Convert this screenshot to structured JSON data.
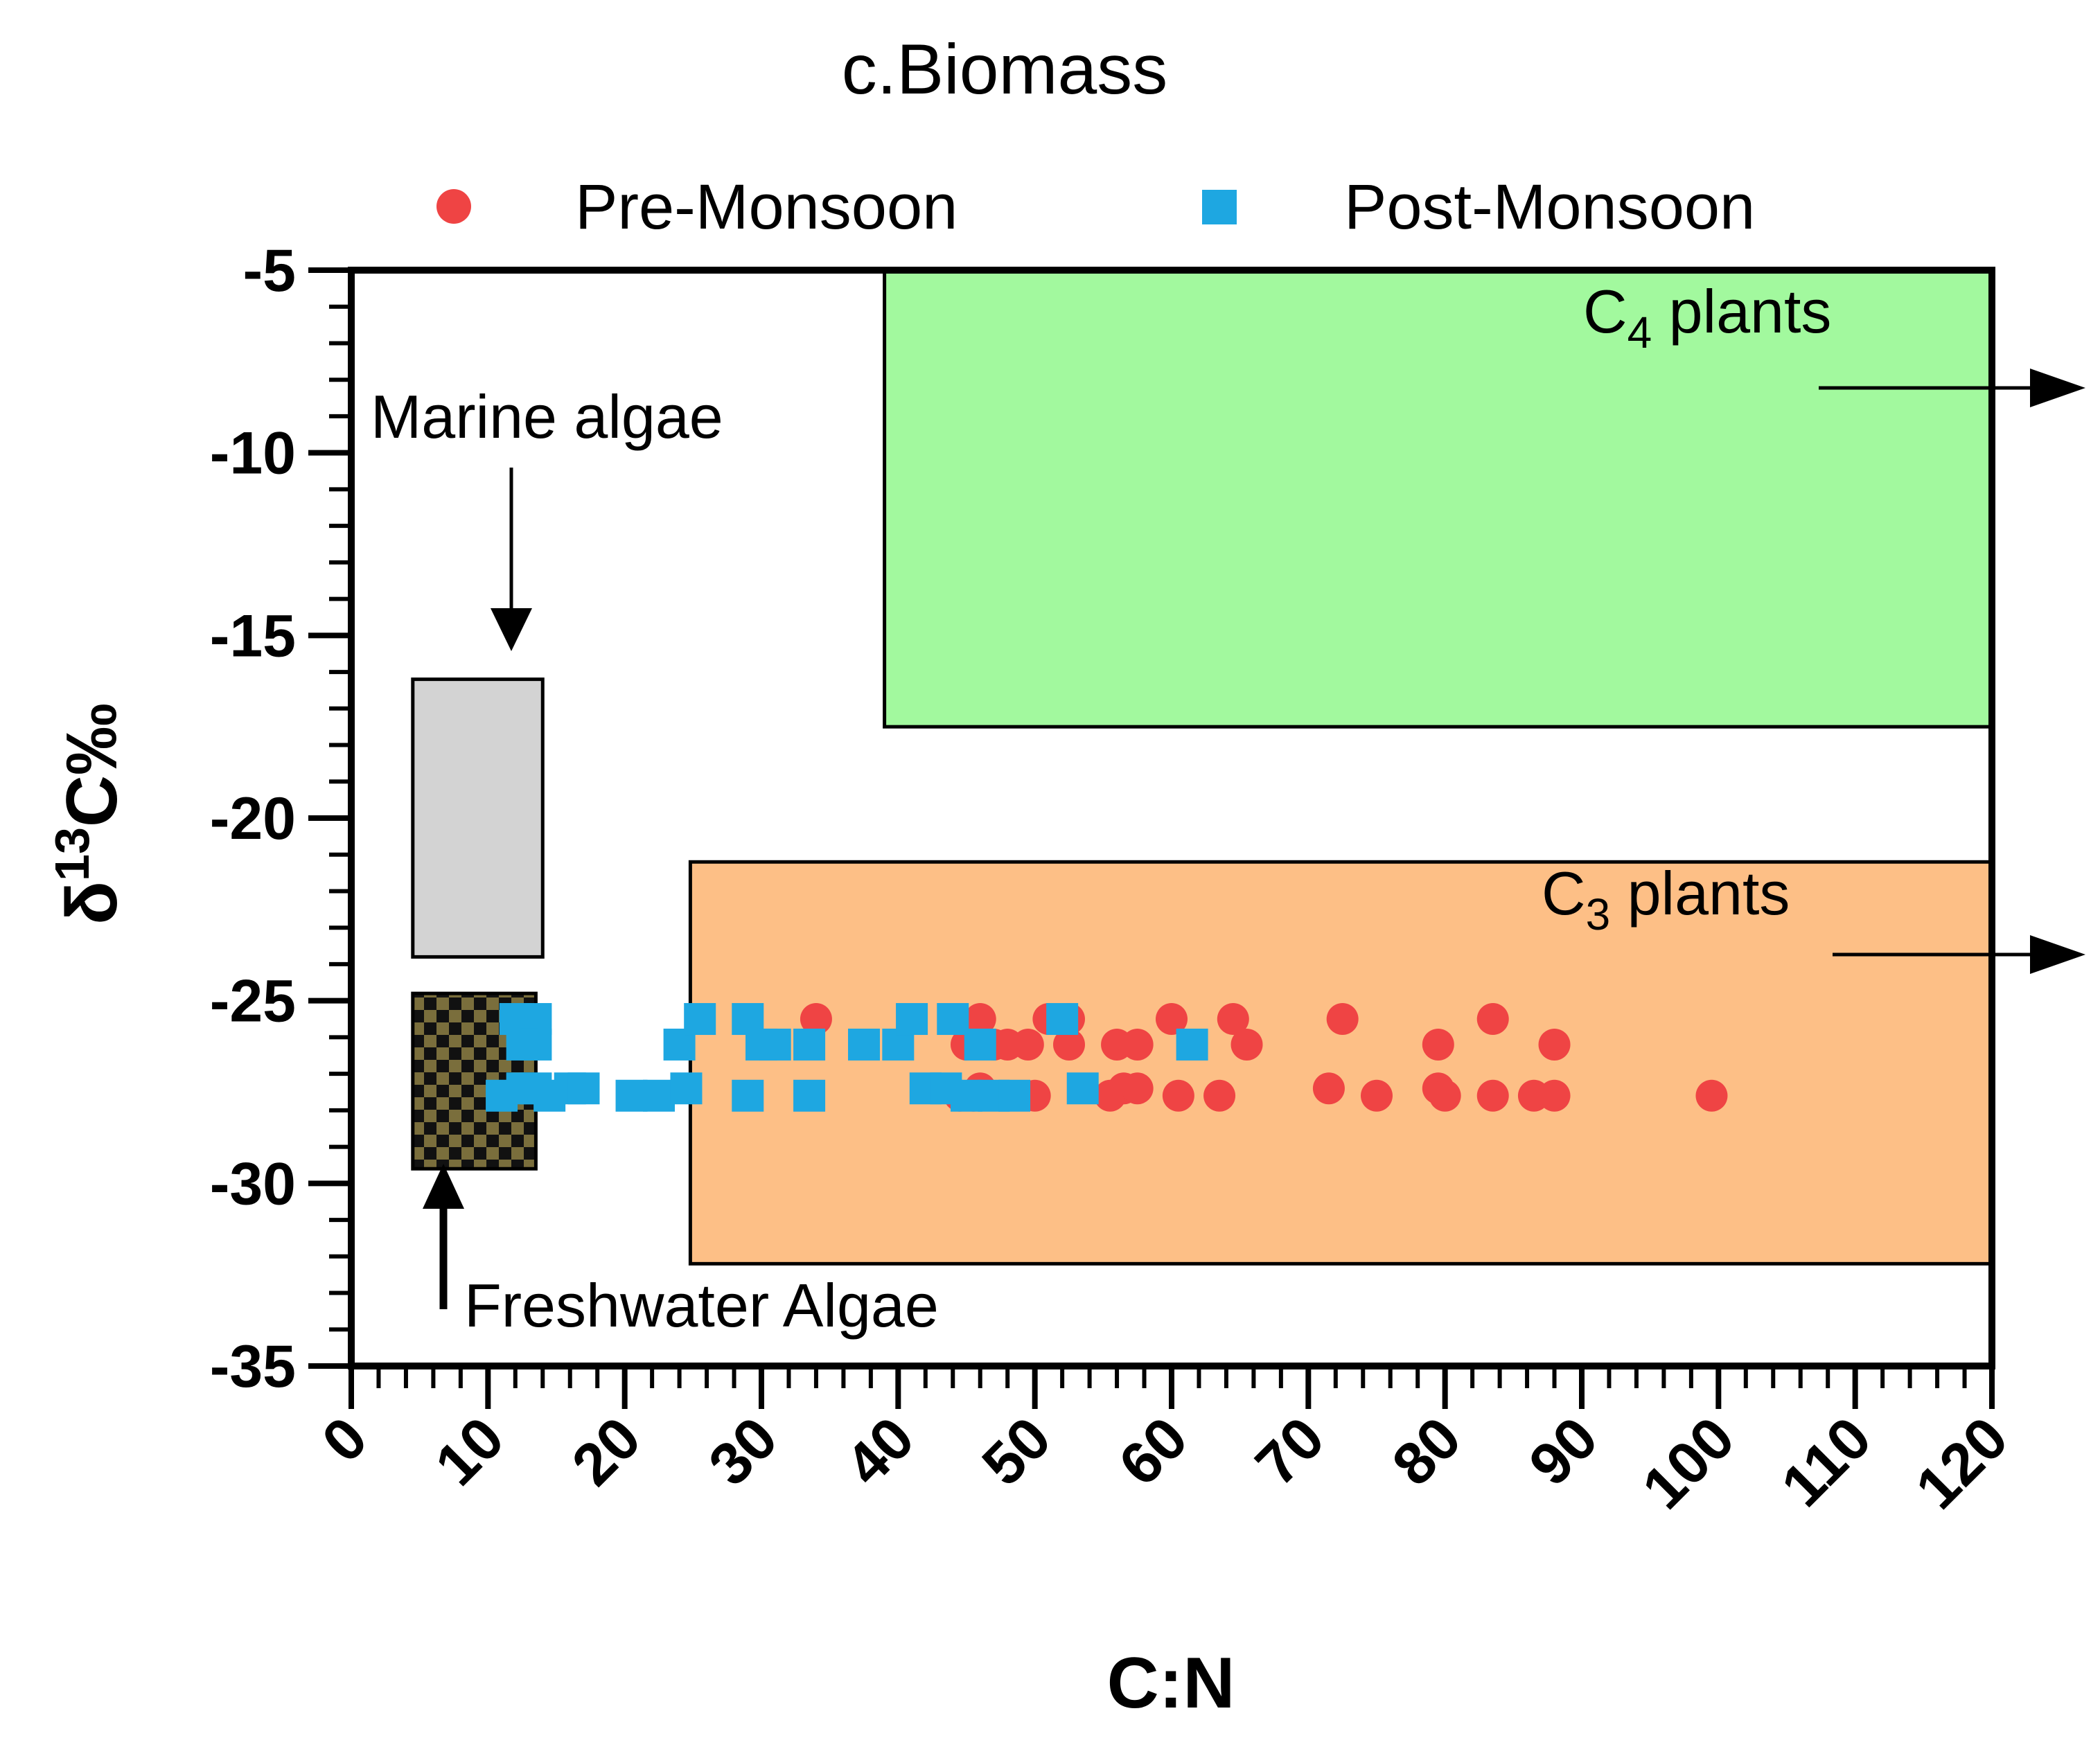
{
  "chart_data": {
    "type": "scatter",
    "title": "c.Biomass",
    "xlabel": "C:N",
    "ylabel": {
      "main": "δ",
      "sup": "13",
      "rest": "C‰"
    },
    "xlim": [
      0,
      120
    ],
    "ylim": [
      -35,
      -5
    ],
    "x_ticks": [
      "0",
      "10",
      "20",
      "30",
      "40",
      "50",
      "60",
      "70",
      "80",
      "90",
      "100",
      "110",
      "120"
    ],
    "y_ticks": [
      "-5",
      "-10",
      "-15",
      "-20",
      "-25",
      "-30",
      "-35"
    ],
    "legend_position": "top",
    "grid": false,
    "series": [
      {
        "name": "Pre-Monsoon",
        "marker": "circle",
        "color": "#ef4444",
        "points": [
          [
            34,
            -25.5
          ],
          [
            45,
            -26.2
          ],
          [
            46,
            -25.5
          ],
          [
            47,
            -26.2
          ],
          [
            48,
            -26.2
          ],
          [
            49.5,
            -26.2
          ],
          [
            51,
            -25.5
          ],
          [
            52.5,
            -25.5
          ],
          [
            52.5,
            -26.2
          ],
          [
            56,
            -26.2
          ],
          [
            57.5,
            -26.2
          ],
          [
            60,
            -25.5
          ],
          [
            64.5,
            -25.5
          ],
          [
            65.5,
            -26.2
          ],
          [
            72.5,
            -25.5
          ],
          [
            79.5,
            -26.2
          ],
          [
            83.5,
            -25.5
          ],
          [
            88,
            -26.2
          ],
          [
            44.5,
            -27.6
          ],
          [
            45.5,
            -27.6
          ],
          [
            46,
            -27.4
          ],
          [
            50,
            -27.6
          ],
          [
            55.5,
            -27.6
          ],
          [
            56.5,
            -27.4
          ],
          [
            57.5,
            -27.4
          ],
          [
            60.5,
            -27.6
          ],
          [
            63.5,
            -27.6
          ],
          [
            71.5,
            -27.4
          ],
          [
            75,
            -27.6
          ],
          [
            79.5,
            -27.4
          ],
          [
            80,
            -27.6
          ],
          [
            83.5,
            -27.6
          ],
          [
            86.5,
            -27.6
          ],
          [
            88,
            -27.6
          ],
          [
            99.5,
            -27.6
          ]
        ]
      },
      {
        "name": "Post-Monsoon",
        "marker": "square",
        "color": "#1ea7e1",
        "points": [
          [
            12,
            -25.5
          ],
          [
            13.5,
            -25.5
          ],
          [
            12.5,
            -26.2
          ],
          [
            13.5,
            -26.2
          ],
          [
            24,
            -26.2
          ],
          [
            25.5,
            -25.5
          ],
          [
            29,
            -25.5
          ],
          [
            30,
            -26.2
          ],
          [
            31,
            -26.2
          ],
          [
            33.5,
            -26.2
          ],
          [
            37.5,
            -26.2
          ],
          [
            40,
            -26.2
          ],
          [
            41,
            -25.5
          ],
          [
            44,
            -25.5
          ],
          [
            46,
            -26.2
          ],
          [
            52,
            -25.5
          ],
          [
            61.5,
            -26.2
          ],
          [
            11,
            -27.6
          ],
          [
            12.5,
            -27.4
          ],
          [
            13.5,
            -27.4
          ],
          [
            14.5,
            -27.6
          ],
          [
            16,
            -27.4
          ],
          [
            17,
            -27.4
          ],
          [
            20.5,
            -27.6
          ],
          [
            22.5,
            -27.6
          ],
          [
            24.5,
            -27.4
          ],
          [
            29,
            -27.6
          ],
          [
            33.5,
            -27.6
          ],
          [
            42,
            -27.4
          ],
          [
            43.5,
            -27.4
          ],
          [
            45,
            -27.6
          ],
          [
            47,
            -27.6
          ],
          [
            48.5,
            -27.6
          ],
          [
            53.5,
            -27.4
          ]
        ]
      }
    ],
    "regions": [
      {
        "name": "C4 plants",
        "label_main": "C",
        "label_sub": "4",
        "label_rest": " plants",
        "x": [
          39,
          120
        ],
        "y": [
          -17.5,
          -5
        ],
        "fill": "#a2f99e",
        "pattern": "solid"
      },
      {
        "name": "C3 plants",
        "label_main": "C",
        "label_sub": "3",
        "label_rest": " plants",
        "x": [
          24.8,
          120
        ],
        "y": [
          -32.2,
          -21.2
        ],
        "fill": "#fdbf86",
        "pattern": "solid"
      },
      {
        "name": "Marine algae",
        "label": "Marine algae",
        "x": [
          4.5,
          14
        ],
        "y": [
          -23.8,
          -16.2
        ],
        "fill": "#d3d3d3",
        "pattern": "solid"
      },
      {
        "name": "Freshwater Algae",
        "label": "Freshwater Algae",
        "x": [
          4.5,
          13.5
        ],
        "y": [
          -29.6,
          -24.8
        ],
        "fill": "#7a6e3c",
        "pattern": "checker"
      }
    ]
  }
}
